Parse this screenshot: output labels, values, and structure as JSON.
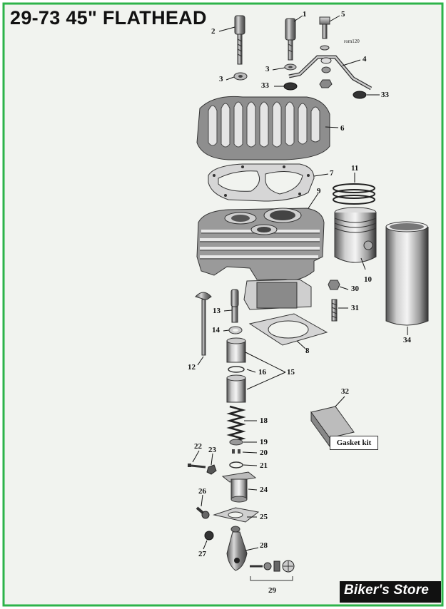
{
  "title": "29-73 45\" FLATHEAD",
  "drawing_code": "rom120",
  "kit_label": "Gasket kit",
  "brand": "Biker's Store",
  "colors": {
    "border": "#2db34a",
    "paper": "#f1f3ef",
    "brand_bg": "#111111"
  },
  "callouts": {
    "c1": "1",
    "c2": "2",
    "c3a": "3",
    "c3b": "3",
    "c4": "4",
    "c5": "5",
    "c6": "6",
    "c7": "7",
    "c8": "8",
    "c9": "9",
    "c10": "10",
    "c11": "11",
    "c12": "12",
    "c13": "13",
    "c14": "14",
    "c15": "15",
    "c16": "16",
    "c18": "18",
    "c19": "19",
    "c20": "20",
    "c21": "21",
    "c22": "22",
    "c23": "23",
    "c24": "24",
    "c25": "25",
    "c26": "26",
    "c27": "27",
    "c28": "28",
    "c29": "29",
    "c30": "30",
    "c31": "31",
    "c32": "32",
    "c33a": "33",
    "c33b": "33",
    "c34": "34"
  }
}
